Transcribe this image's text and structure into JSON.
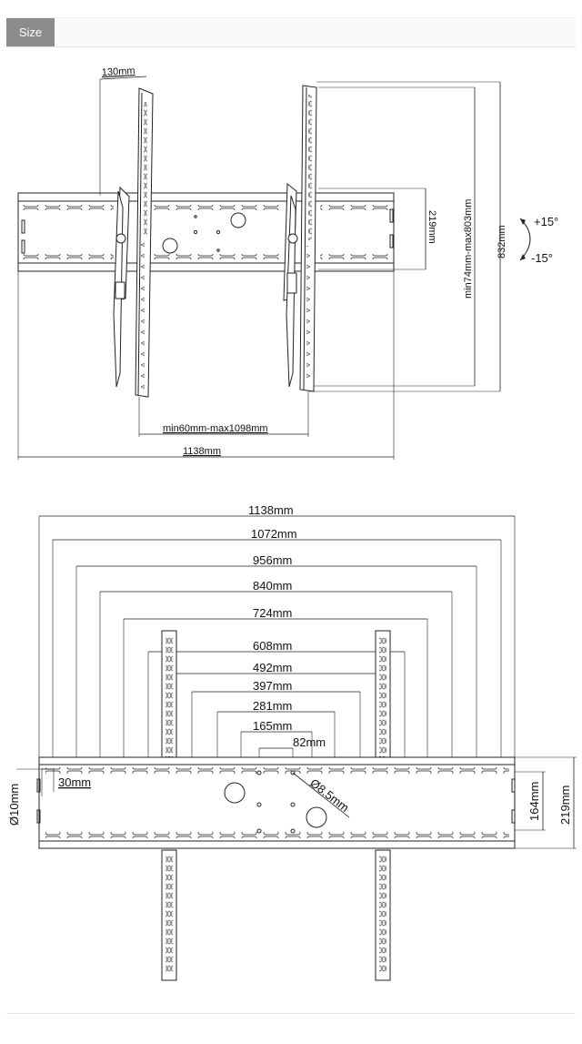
{
  "header": {
    "tab_label": "Size"
  },
  "side_view": {
    "depth": "130mm",
    "rail_height": "219mm",
    "vertical_adjust": "min74mm-max803mm",
    "total_height": "832mm",
    "tilt_up": "+15°",
    "tilt_down": "-15°",
    "arm_spacing": "min60mm-max1098mm",
    "total_width": "1138mm"
  },
  "front_view": {
    "widths": [
      "1138mm",
      "1072mm",
      "956mm",
      "840mm",
      "724mm",
      "608mm",
      "492mm",
      "397mm",
      "281mm",
      "165mm",
      "82mm"
    ],
    "edge_offset": "30mm",
    "slot_width": "Ø10mm",
    "hole_diameter": "Ø8.5mm",
    "inner_height": "164mm",
    "outer_height": "219mm"
  }
}
